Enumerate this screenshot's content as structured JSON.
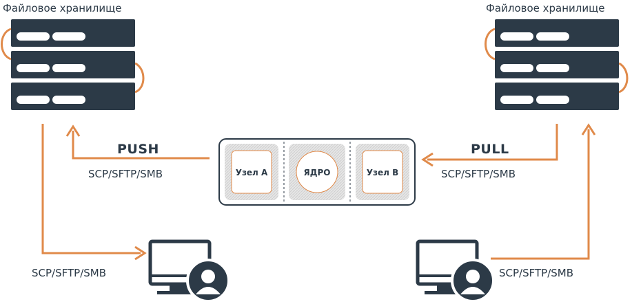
{
  "storage_left": {
    "label": "Файловое хранилище"
  },
  "storage_right": {
    "label": "Файловое хранилище"
  },
  "push": {
    "title": "PUSH",
    "protocols": "SCP/SFTP/SMB"
  },
  "pull": {
    "title": "PULL",
    "protocols": "SCP/SFTP/SMB"
  },
  "core": {
    "node_a": "Узел А",
    "core": "ЯДРО",
    "node_b": "Узел В"
  },
  "client_left": {
    "protocols": "SCP/SFTP/SMB"
  },
  "client_right": {
    "protocols": "SCP/SFTP/SMB"
  },
  "colors": {
    "accent": "#e08a4a",
    "dark": "#2c3a47",
    "light_gray": "#d6d6d6"
  }
}
